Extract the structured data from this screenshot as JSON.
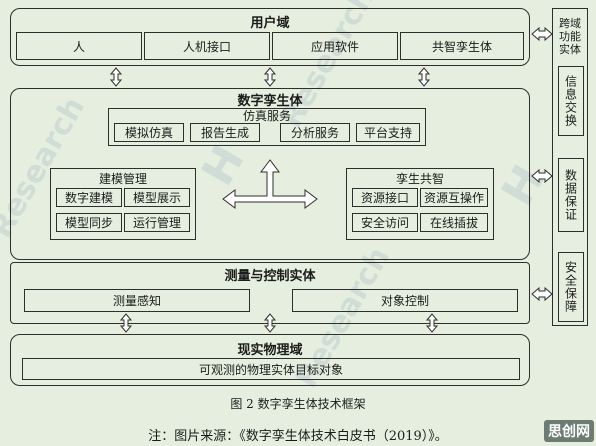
{
  "user_domain": {
    "title": "用户域",
    "items": [
      "人",
      "人机接口",
      "应用软件",
      "共智孪生体"
    ]
  },
  "twin": {
    "title": "数字孪生体",
    "sim_service": {
      "title": "仿真服务",
      "items": [
        "模拟仿真",
        "报告生成",
        "分析服务",
        "平台支持"
      ]
    },
    "modeling": {
      "title": "建模管理",
      "items": [
        "数字建模",
        "模型展示",
        "模型同步",
        "运行管理"
      ]
    },
    "co_intel": {
      "title": "孪生共智",
      "items": [
        "资源接口",
        "资源互操作",
        "安全访问",
        "在线插拔"
      ]
    }
  },
  "measure": {
    "title": "测量与控制实体",
    "items": [
      "测量感知",
      "对象控制"
    ]
  },
  "physical": {
    "title": "现实物理域",
    "item": "可观测的物理实体目标对象"
  },
  "side": {
    "title": "跨域功能实体",
    "items": [
      "信息交换",
      "数据保证",
      "安全保障"
    ]
  },
  "caption": "图 2  数字孪生体技术框架",
  "note": "注：图片来源：《数字孪生体技术白皮书（2019）》。",
  "watermarks": [
    "Research",
    "Research",
    "Research",
    "H",
    "H"
  ],
  "brand": "思创网",
  "colors": {
    "background": "#e6efdf",
    "line": "#2e2e2e",
    "arrow_fill": "#ffffff"
  }
}
